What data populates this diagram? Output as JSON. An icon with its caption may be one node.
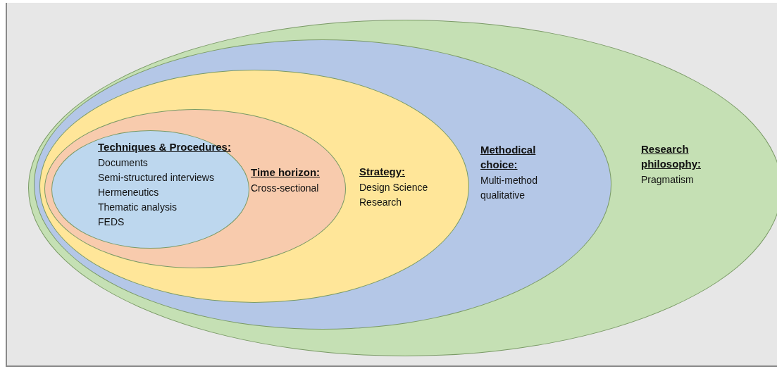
{
  "diagram": {
    "nodes": [
      {
        "text": [
          "Research philosophy:",
          "Pragmatism"
        ]
      },
      {
        "text": [
          "Methodical choice:",
          "Multi-method qualitative"
        ],
        "in": 0
      },
      {
        "text": [
          "Strategy:",
          "Design Science Research"
        ],
        "in": 1
      },
      {
        "text": [
          "Time horizon:",
          "Cross-sectional"
        ],
        "in": 2
      },
      {
        "text": [
          "Techniques & Procedures:",
          "Documents",
          "Semi-structured interviews",
          "Hermeneutics",
          "Thematic analysis",
          "FEDS"
        ],
        "in": 3
      }
    ],
    "edges": []
  }
}
